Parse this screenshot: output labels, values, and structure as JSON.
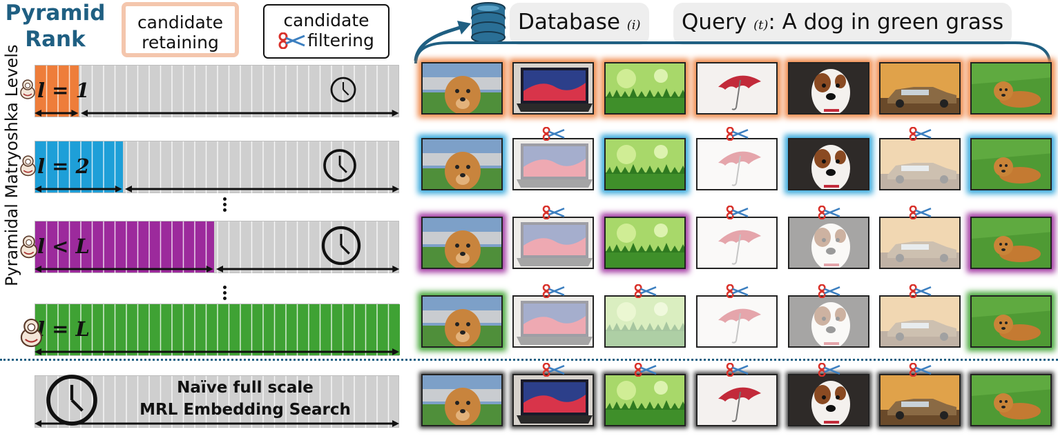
{
  "title": {
    "line1": "Pyramid",
    "line2": "Rank"
  },
  "legend": {
    "retaining": {
      "line1": "candidate",
      "line2": "retaining"
    },
    "filtering": {
      "line1": "candidate",
      "line2": "filtering"
    }
  },
  "database": {
    "label": "Database",
    "sub": "(i)"
  },
  "query": {
    "label": "Query",
    "sub": "(t)",
    "text": ": A dog in green grass"
  },
  "axis_label": "Pyramidal Matryoshka Levels",
  "levels": [
    {
      "label": "l = 1",
      "color": "#ee7d3a",
      "retain_color": "#f08a4b"
    },
    {
      "label": "l = 2",
      "color": "#1e9fd8",
      "retain_color": "#39a9dc"
    },
    {
      "label": "l < L",
      "color": "#9c2a9c",
      "retain_color": "#a33ba3"
    },
    {
      "label": "l = L",
      "color": "#3fa234",
      "retain_color": "#48a83c"
    }
  ],
  "naive": {
    "line1": "Naïve full scale",
    "line2": "MRL Embedding Search"
  },
  "images": [
    "dog-portrait",
    "laptop",
    "green-bokeh",
    "red-umbrella",
    "boxer-dog",
    "vintage-car",
    "golden-retriever-grass"
  ],
  "icons": {
    "clock": "clock-icon",
    "scissors": "scissors-icon",
    "database": "database-icon",
    "doll": "matryoshka-doll-icon"
  }
}
